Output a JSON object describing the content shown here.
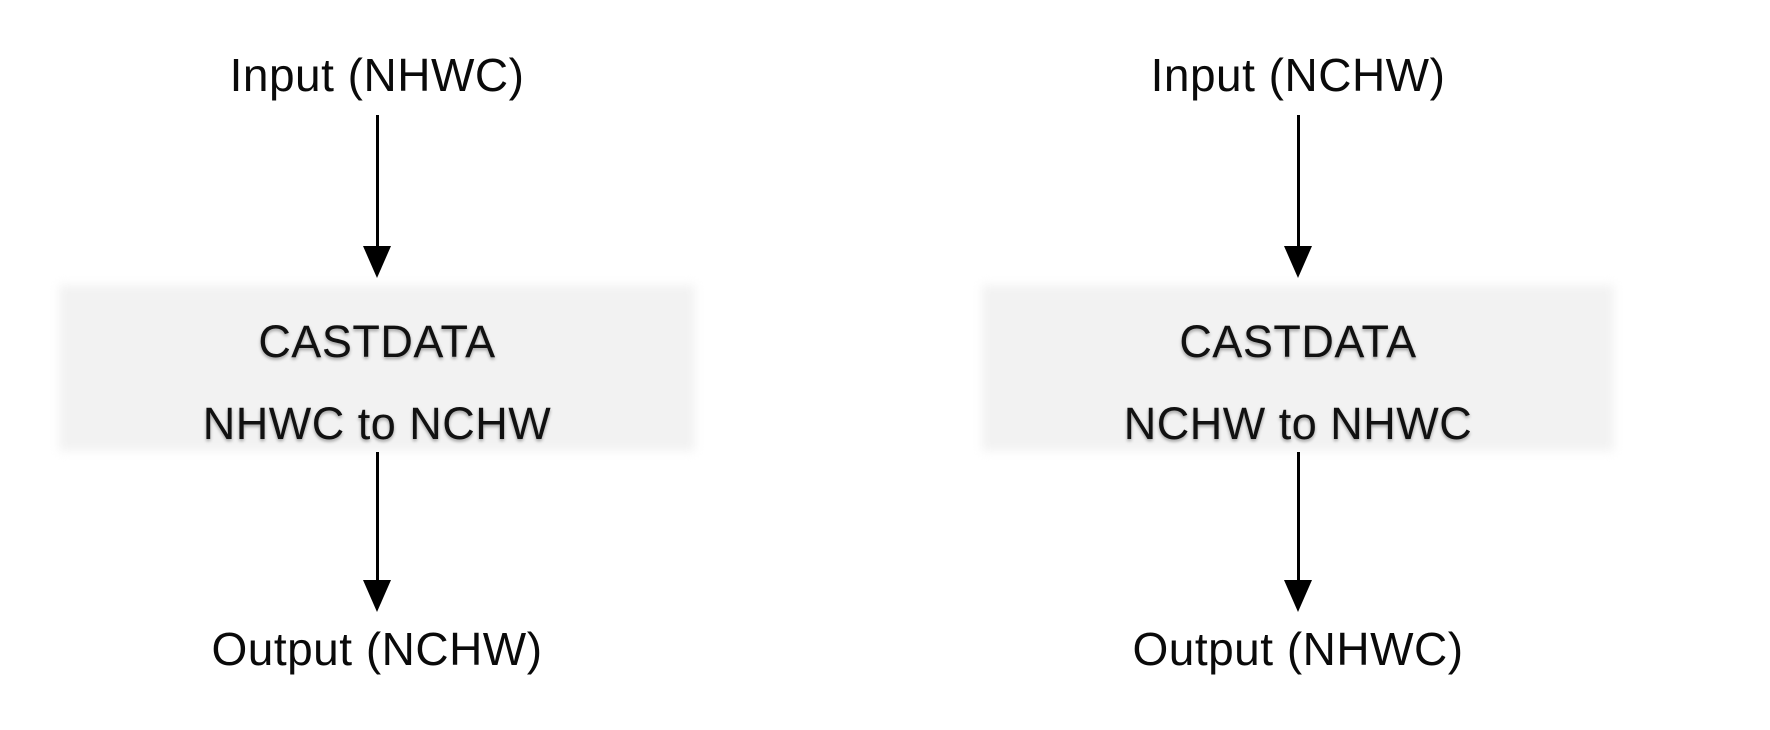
{
  "diagram": {
    "description": "Two data-layout conversion flows using CASTDATA",
    "colors": {
      "background": "#ffffff",
      "box_fill": "#f2f2f2",
      "text": "#0a0a0a",
      "arrow": "#000000"
    },
    "flows": [
      {
        "input_label": "Input (NHWC)",
        "box_line1": "CASTDATA",
        "box_line2": "NHWC to NCHW",
        "output_label": "Output (NCHW)"
      },
      {
        "input_label": "Input (NCHW)",
        "box_line1": "CASTDATA",
        "box_line2": "NCHW to NHWC",
        "output_label": "Output (NHWC)"
      }
    ]
  }
}
